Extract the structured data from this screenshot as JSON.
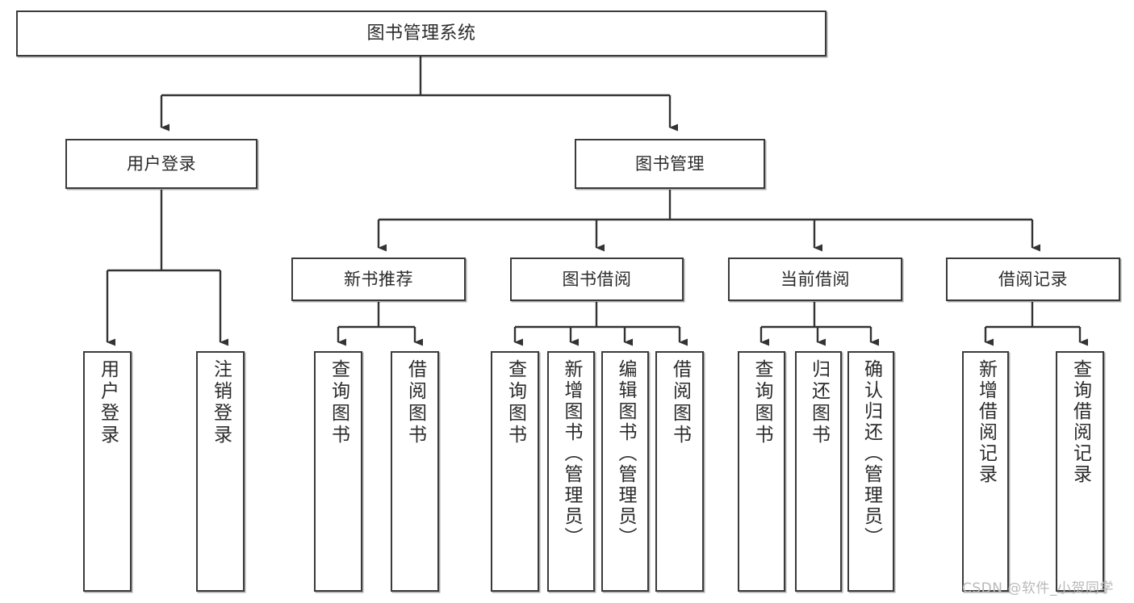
{
  "diagram": {
    "title": "图书管理系统",
    "type": "tree-hierarchy",
    "colors": {
      "box_border": "#3b3b3b",
      "box_fill": "#ffffff",
      "connector": "#333333",
      "text": "#2b2b2b",
      "watermark": "#b9b9b9"
    },
    "root": {
      "label": "图书管理系统"
    },
    "level2": [
      {
        "label": "用户登录"
      },
      {
        "label": "图书管理"
      }
    ],
    "level3": [
      {
        "label": "新书推荐"
      },
      {
        "label": "图书借阅"
      },
      {
        "label": "当前借阅"
      },
      {
        "label": "借阅记录"
      }
    ],
    "leaves": {
      "user_login": [
        {
          "label": "用户登录"
        },
        {
          "label": "注销登录"
        }
      ],
      "new_book_recommend": [
        {
          "label": "查询图书"
        },
        {
          "label": "借阅图书"
        }
      ],
      "book_borrow": [
        {
          "label": "查询图书"
        },
        {
          "label": "新增图书（管理员）"
        },
        {
          "label": "编辑图书（管理员）"
        },
        {
          "label": "借阅图书"
        }
      ],
      "current_borrow": [
        {
          "label": "查询图书"
        },
        {
          "label": "归还图书"
        },
        {
          "label": "确认归还（管理员）"
        }
      ],
      "borrow_record": [
        {
          "label": "新增借阅记录"
        },
        {
          "label": "查询借阅记录"
        }
      ]
    },
    "watermark": "CSDN @软件_小贺同学"
  }
}
